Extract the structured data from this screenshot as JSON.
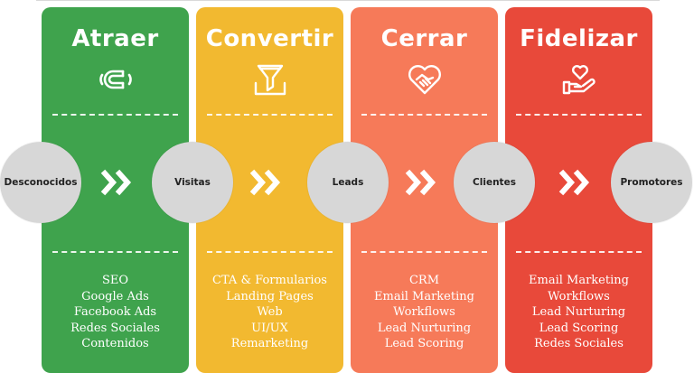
{
  "colors": {
    "attract": "#3fa34d",
    "convert": "#f2b930",
    "close": "#f67a59",
    "delight": "#e8493a",
    "circle": "#d7d7d7",
    "text_dark": "#222222"
  },
  "stages": [
    {
      "title": "Atraer",
      "icon": "magnet-icon",
      "tools": [
        "SEO",
        "Google Ads",
        "Facebook Ads",
        "Redes Sociales",
        "Contenidos"
      ]
    },
    {
      "title": "Convertir",
      "icon": "funnel-icon",
      "tools": [
        "CTA & Formularios",
        "Landing Pages",
        "Web",
        "UI/UX",
        "Remarketing"
      ]
    },
    {
      "title": "Cerrar",
      "icon": "handshake-heart-icon",
      "tools": [
        "CRM",
        "Email Marketing",
        "Workflows",
        "Lead Nurturing",
        "Lead Scoring"
      ]
    },
    {
      "title": "Fidelizar",
      "icon": "heart-hand-icon",
      "tools": [
        "Email Marketing",
        "Workflows",
        "Lead Nurturing",
        "Lead Scoring",
        "Redes Sociales"
      ]
    }
  ],
  "audiences": [
    "Desconocidos",
    "Visitas",
    "Leads",
    "Clientes",
    "Promotores"
  ]
}
